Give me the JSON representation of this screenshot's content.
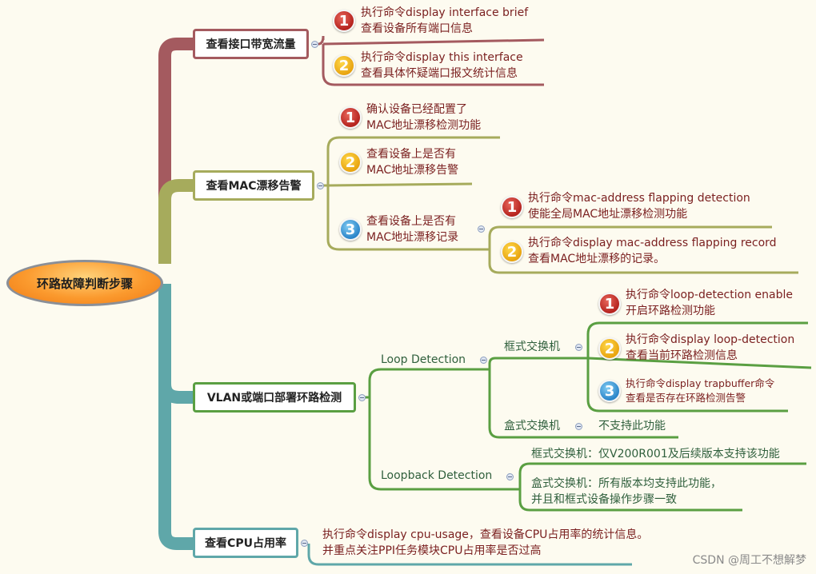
{
  "root": "环路故障判断步骤",
  "branches": {
    "b1": {
      "title": "查看接口带宽流量",
      "items": [
        {
          "num": "1",
          "line1": "执行命令display interface brief",
          "line2": "查看设备所有端口信息"
        },
        {
          "num": "2",
          "line1": "执行命令display this interface",
          "line2": "查看具体怀疑端口报文统计信息"
        }
      ]
    },
    "b2": {
      "title": "查看MAC漂移告警",
      "items": [
        {
          "num": "1",
          "line1": "确认设备已经配置了",
          "line2": "MAC地址漂移检测功能"
        },
        {
          "num": "2",
          "line1": "查看设备上是否有",
          "line2": "MAC地址漂移告警"
        },
        {
          "num": "3",
          "line1": "查看设备上是否有",
          "line2": "MAC地址漂移记录"
        }
      ],
      "sub": [
        {
          "num": "1",
          "line1": "执行命令mac-address flapping detection",
          "line2": "使能全局MAC地址漂移检测功能"
        },
        {
          "num": "2",
          "line1": "执行命令display mac-address flapping record",
          "line2": "查看MAC地址漂移的记录。"
        }
      ]
    },
    "b3": {
      "title": "VLAN或端口部署环路检测",
      "loop_detection": "Loop Detection",
      "frame_switch": "框式交换机",
      "box_switch": "盒式交换机",
      "frame_items": [
        {
          "num": "1",
          "line1": "执行命令loop-detection enable",
          "line2": "开启环路检测功能"
        },
        {
          "num": "2",
          "line1": "执行命令display loop-detection",
          "line2": "查看当前环路检测信息"
        },
        {
          "num": "3",
          "line1": "执行命令display trapbuffer命令",
          "line2": "查看是否存在环路检测告警"
        }
      ],
      "box_item": "不支持此功能",
      "loopback_detection": "Loopback Detection",
      "loopback_frame": "框式交换机：仅V200R001及后续版本支持该功能",
      "loopback_box_line1": "盒式交换机：所有版本均支持此功能，",
      "loopback_box_line2": "并且和框式设备操作步骤一致"
    },
    "b4": {
      "title": "查看CPU占用率",
      "line1": "执行命令display cpu-usage，查看设备CPU占用率的统计信息。",
      "line2": "并重点关注PPI任务模块CPU占用率是否过高"
    }
  },
  "colors": {
    "b1": "#a45a5f",
    "b2": "#a6ab5c",
    "b3": "#5a9f42",
    "b4": "#5aa6a8",
    "trunk3": "#5fa7a9"
  },
  "watermark": "CSDN @周工不想解梦"
}
